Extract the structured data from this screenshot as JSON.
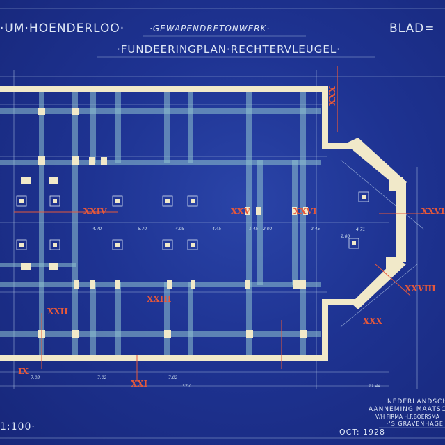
{
  "header": {
    "project": "·UM·HOENDERLOO·",
    "work": "·GEWAPENDBETONWERK·",
    "sheet": "BLAD=",
    "plan_title": "·FUNDEERINGPLAN·RECHTERVLEUGEL·"
  },
  "section_labels": [
    "XXIV",
    "XXV",
    "XXVI",
    "XXVII",
    "XXII",
    "XXIII",
    "IX",
    "XXI",
    "XXVIII",
    "XXX"
  ],
  "dimensions": [
    "4.70",
    "5.70",
    "4.05",
    "4.45",
    "1.45",
    "2.00",
    "4.71",
    "2.00",
    "37.0",
    "7.02",
    "7.02",
    "7.02",
    "11.44",
    "2.45"
  ],
  "footer": {
    "scale": "1:100·",
    "date": "OCT: 1928",
    "firm_line1": "NEDERLANDSCHE",
    "firm_line2": "AANNEMING MAATSCH",
    "firm_line3": "V/H FIRMA H.F.BOERSMA",
    "firm_line4": "·'S GRAVENHAGE"
  },
  "colors": {
    "paper": "#1e3392",
    "lines": "#dfe8f6",
    "walls": "#f1e9c9",
    "markers": "#e6583a"
  }
}
